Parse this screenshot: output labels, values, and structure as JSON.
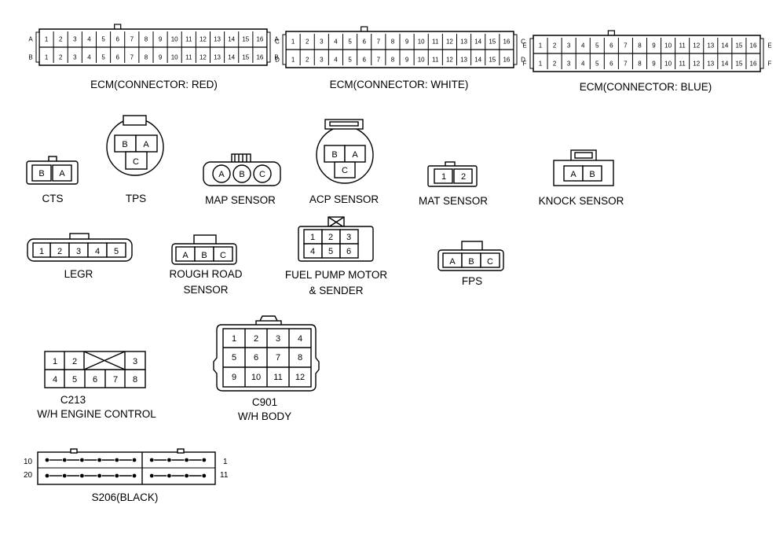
{
  "ecm_connectors": [
    {
      "id": "red",
      "label": "ECM(CONNECTOR: RED)",
      "left_letters": [
        "A",
        "B"
      ],
      "right_letters": [
        "A",
        "B"
      ],
      "pin_count": 16
    },
    {
      "id": "white",
      "label": "ECM(CONNECTOR: WHITE)",
      "left_letters": [
        "C",
        "D"
      ],
      "right_letters": [
        "C",
        "D"
      ],
      "pin_count": 16
    },
    {
      "id": "blue",
      "label": "ECM(CONNECTOR: BLUE)",
      "left_letters": [
        "E",
        "F"
      ],
      "right_letters": [
        "E",
        "F"
      ],
      "pin_count": 16
    }
  ],
  "ecm_pins": [
    "1",
    "2",
    "3",
    "4",
    "5",
    "6",
    "7",
    "8",
    "9",
    "10",
    "11",
    "12",
    "13",
    "14",
    "15",
    "16"
  ],
  "connectors": {
    "cts": {
      "label": "CTS",
      "pins": [
        "B",
        "A"
      ]
    },
    "tps": {
      "label": "TPS",
      "pins_top": [
        "B",
        "A"
      ],
      "pins_bottom": [
        "C"
      ]
    },
    "map": {
      "label": "MAP SENSOR",
      "pins": [
        "A",
        "B",
        "C"
      ]
    },
    "acp": {
      "label": "ACP SENSOR",
      "pins_top": [
        "B",
        "A"
      ],
      "pins_bottom": [
        "C"
      ]
    },
    "mat": {
      "label": "MAT SENSOR",
      "pins": [
        "1",
        "2"
      ]
    },
    "knock": {
      "label": "KNOCK SENSOR",
      "pins": [
        "A",
        "B"
      ]
    },
    "legr": {
      "label": "LEGR",
      "pins": [
        "1",
        "2",
        "3",
        "4",
        "5"
      ]
    },
    "rough": {
      "label_line1": "ROUGH ROAD",
      "label_line2": "SENSOR",
      "pins": [
        "A",
        "B",
        "C"
      ]
    },
    "fuel": {
      "label_line1": "FUEL PUMP MOTOR",
      "label_line2": "& SENDER",
      "pins_top": [
        "1",
        "2",
        "3"
      ],
      "pins_bottom": [
        "4",
        "5",
        "6"
      ]
    },
    "fps": {
      "label": "FPS",
      "pins": [
        "A",
        "B",
        "C"
      ]
    },
    "c213": {
      "label_line1": "C213",
      "label_line2": "W/H ENGINE CONTROL",
      "pins_top": [
        "1",
        "2",
        "3"
      ],
      "pins_bottom": [
        "4",
        "5",
        "6",
        "7",
        "8"
      ]
    },
    "c901": {
      "label_line1": "C901",
      "label_line2": "W/H BODY",
      "rows": [
        [
          "1",
          "2",
          "3",
          "4"
        ],
        [
          "5",
          "6",
          "7",
          "8"
        ],
        [
          "9",
          "10",
          "11",
          "12"
        ]
      ]
    },
    "s206": {
      "label": "S206(BLACK)",
      "left_top": "10",
      "left_bottom": "20",
      "right_top": "1",
      "right_bottom": "11"
    }
  }
}
